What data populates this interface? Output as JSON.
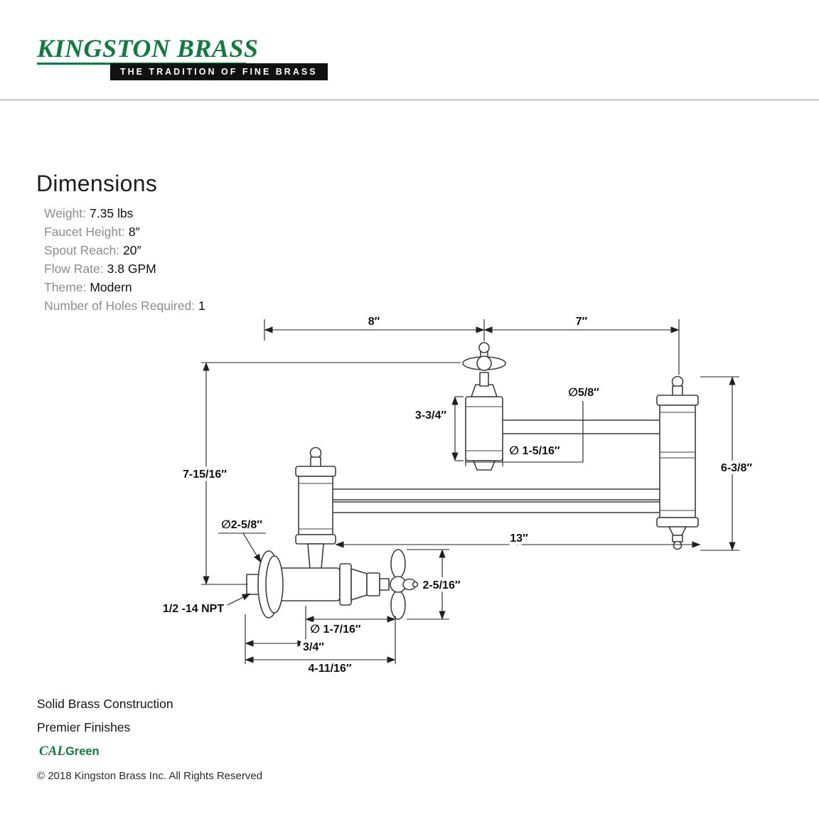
{
  "brand": {
    "logo_text": "KINGSTON BRASS",
    "tagline": "THE TRADITION OF FINE BRASS",
    "brand_green": "#0d7c3e"
  },
  "specs": {
    "title": "Dimensions",
    "rows": [
      {
        "label": "Weight:",
        "value": "7.35 lbs"
      },
      {
        "label": "Faucet Height:",
        "value": "8″"
      },
      {
        "label": "Spout Reach:",
        "value": "20″"
      },
      {
        "label": "Flow Rate:",
        "value": "3.8 GPM"
      },
      {
        "label": "Theme:",
        "value": "Modern"
      },
      {
        "label": "Number of Holes Required:",
        "value": "1"
      }
    ]
  },
  "diagram": {
    "dim_labels": {
      "top_span_left": "8″",
      "top_span_right": "7″",
      "pipe_diameter": "∅5/8″",
      "upper_body_height": "3-3/4″",
      "upper_body_diameter": "∅ 1-5/16″",
      "right_assembly_height": "6-3/8″",
      "wall_to_upper_arm": "7-15/16″",
      "flange_diameter": "∅2-5/8″",
      "arm_length": "13″",
      "handle_height": "2-5/16″",
      "thread_spec": "1/2 -14 NPT",
      "valve_diameter": "∅ 1-7/16″",
      "flange_depth": "3/4″",
      "wall_clearance": "4-11/16″"
    }
  },
  "footer": {
    "feature1": "Solid Brass Construction",
    "feature2": "Premier Finishes",
    "cal_prefix": "CAL",
    "cal_suffix": "Green",
    "copyright": "© 2018 Kingston Brass Inc. All Rights Reserved"
  }
}
